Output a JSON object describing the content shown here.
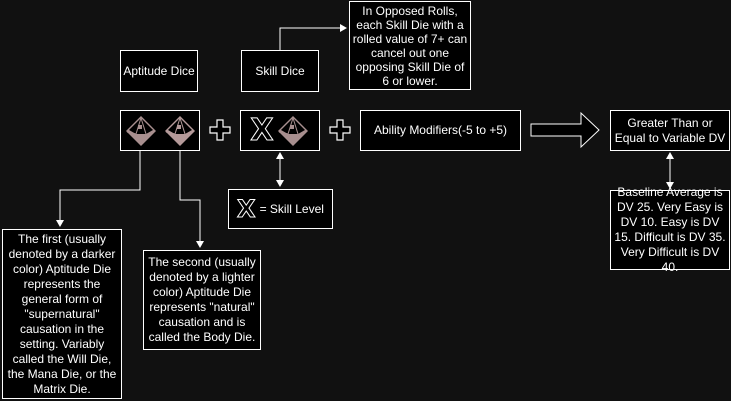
{
  "labels": {
    "aptitude_dice": "Aptitude Dice",
    "skill_dice": "Skill Dice",
    "opposed_note": "In Opposed Rolls, each Skill Die with a rolled value of 7+ can cancel out one opposing Skill Die of 6 or lower.",
    "ability_modifiers": "Ability Modifiers(-5 to +5)",
    "greater_than": "Greater Than or Equal to Variable DV",
    "baseline": "Baseline Average is DV 25. Very Easy is DV 10. Easy is DV 15. Difficult is DV 35. Very Difficult is DV 40.",
    "skill_level_x": "X",
    "skill_level": "= Skill Level",
    "skill_x": "X",
    "first_die": "The first (usually denoted by a darker color) Aptitude Die represents the general form of \"supernatural\" causation in the setting. Variably called the Will Die, the Mana Die, or the Matrix Die.",
    "second_die": "The second (usually denoted by a lighter color) Aptitude Die represents \"natural\" causation and is called the Body Die."
  },
  "colors": {
    "die": "#a88f8f",
    "background": "#111111"
  }
}
